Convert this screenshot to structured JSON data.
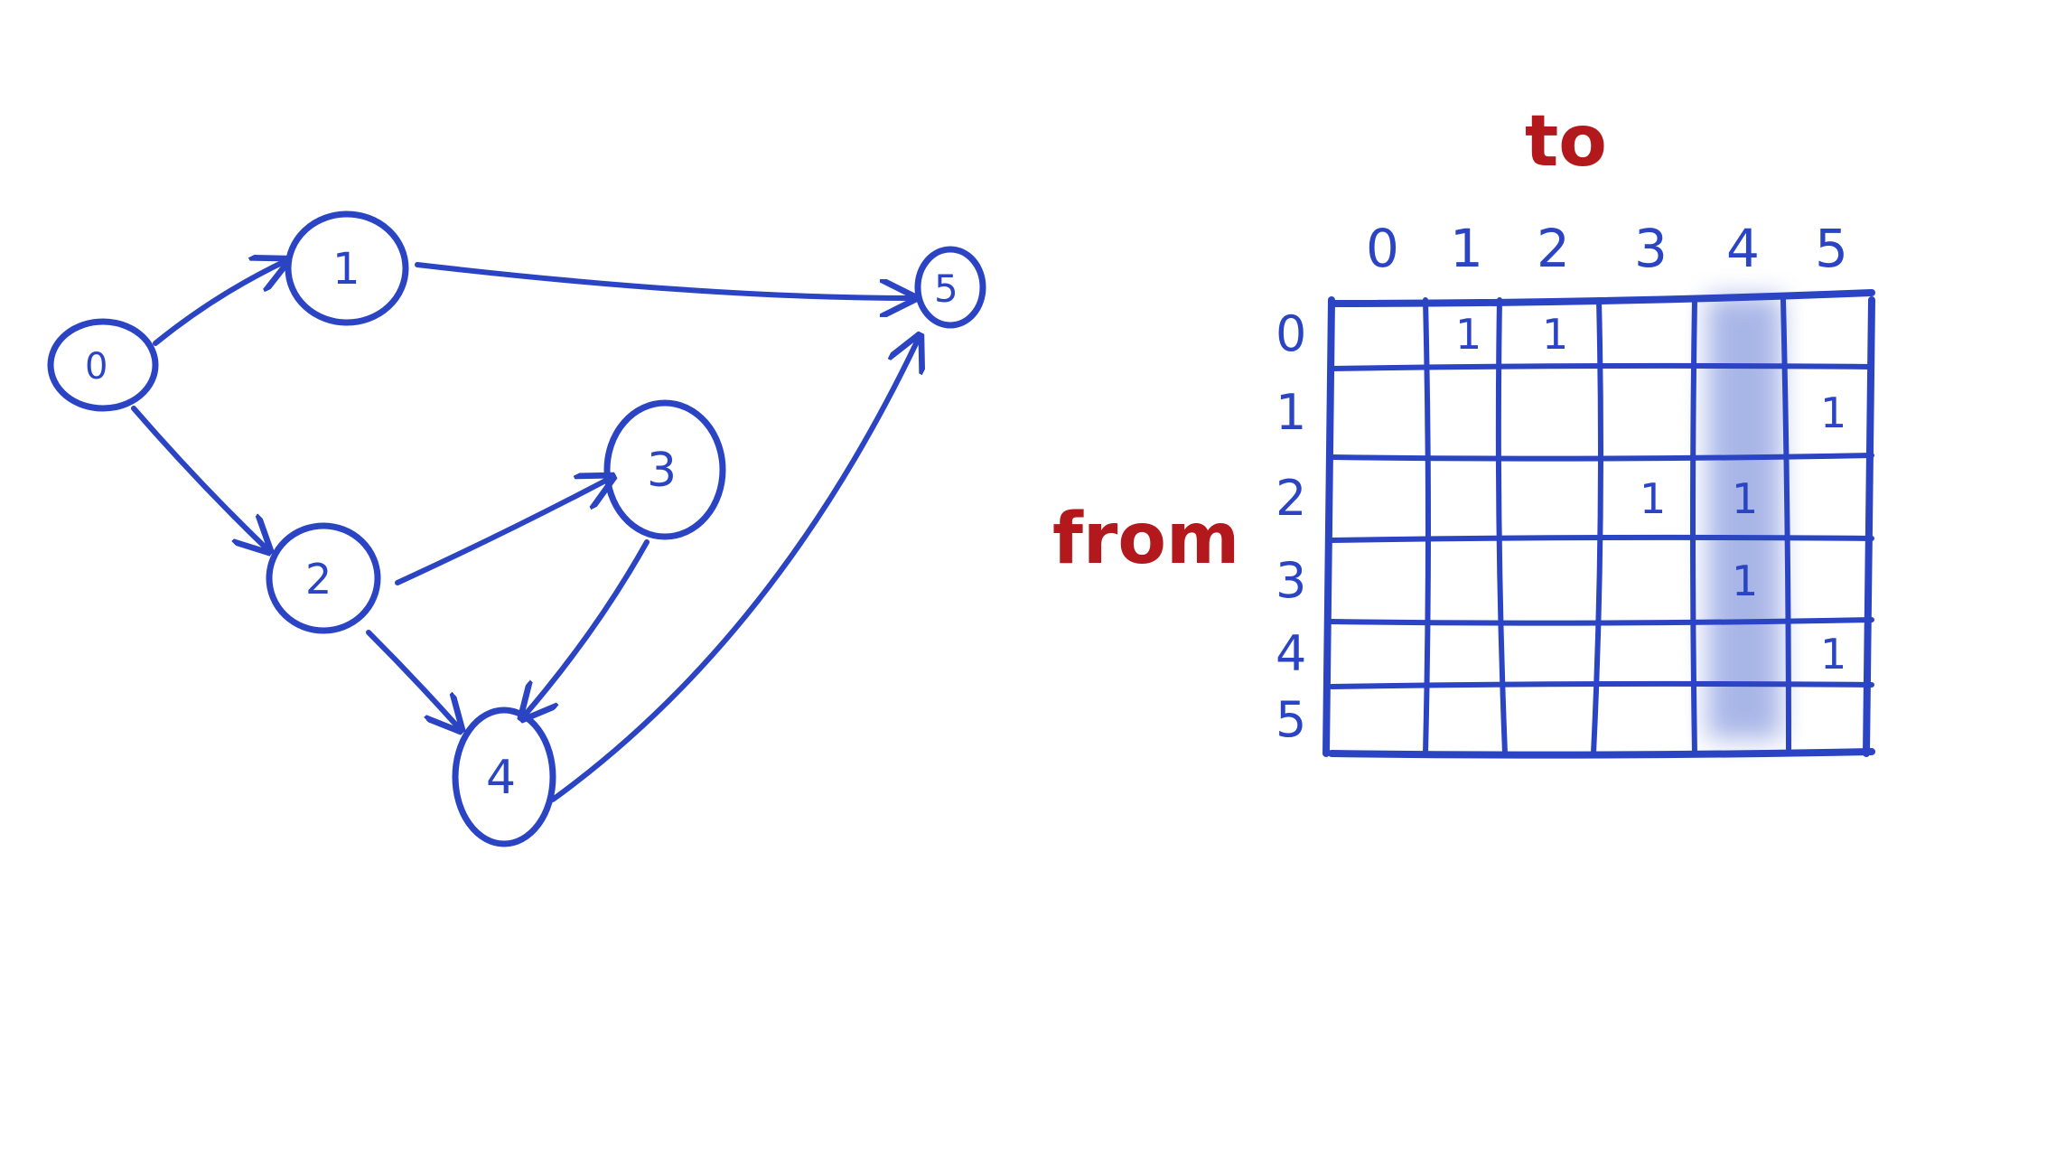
{
  "graph": {
    "nodes": [
      "0",
      "1",
      "2",
      "3",
      "4",
      "5"
    ],
    "edges": [
      {
        "from": "0",
        "to": "1"
      },
      {
        "from": "0",
        "to": "2"
      },
      {
        "from": "1",
        "to": "5"
      },
      {
        "from": "2",
        "to": "3"
      },
      {
        "from": "2",
        "to": "4"
      },
      {
        "from": "3",
        "to": "4"
      },
      {
        "from": "4",
        "to": "5"
      }
    ]
  },
  "matrix": {
    "title_to": "to",
    "title_from": "from",
    "col_labels": [
      "0",
      "1",
      "2",
      "3",
      "4",
      "5"
    ],
    "row_labels": [
      "0",
      "1",
      "2",
      "3",
      "4",
      "5"
    ],
    "cells": [
      [
        "",
        "1",
        "1",
        "",
        "",
        ""
      ],
      [
        "",
        "",
        "",
        "",
        "",
        "1"
      ],
      [
        "",
        "",
        "",
        "1",
        "1",
        ""
      ],
      [
        "",
        "",
        "",
        "",
        "1",
        ""
      ],
      [
        "",
        "",
        "",
        "",
        "",
        "1"
      ],
      [
        "",
        "",
        "",
        "",
        "",
        ""
      ]
    ],
    "highlighted_column": "4"
  },
  "colors": {
    "ink": "#2b44c4",
    "title": "#b3191c",
    "highlight": "#8c9ee0"
  }
}
